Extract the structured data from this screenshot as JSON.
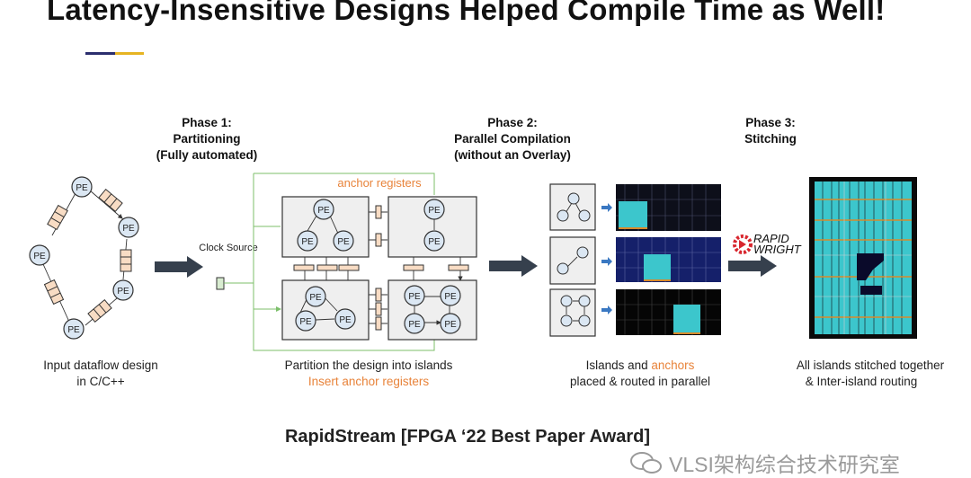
{
  "title": "Latency-Insensitive Designs Helped Compile Time as Well!",
  "colors": {
    "accent_navy": "#2b2e6e",
    "accent_yellow": "#e6b422",
    "anchor_orange": "#e8833a",
    "clock_green": "#7cbf6a"
  },
  "phase1": {
    "line1": "Phase 1:",
    "line2": "Partitioning",
    "line3": "(Fully automated)"
  },
  "phase2": {
    "line1": "Phase 2:",
    "line2": "Parallel Compilation",
    "line3": "(without an Overlay)"
  },
  "phase3": {
    "line1": "Phase 3:",
    "line2": "Stitching"
  },
  "pe_label": "PE",
  "clock_source": "Clock Source",
  "anchor_registers": "anchor registers",
  "rapidwright": {
    "line1": "RAPID",
    "line2": "WRIGHT"
  },
  "captions": {
    "input": {
      "line1": "Input dataflow design",
      "line2": "in C/C++"
    },
    "partition": {
      "line1": "Partition the design into islands",
      "line2": "Insert anchor registers"
    },
    "islands": {
      "line1a": "Islands and ",
      "line1b": "anchors",
      "line2": "placed & routed in parallel"
    },
    "stitched": {
      "line1": "All islands stitched together",
      "line2": "& Inter-island routing"
    }
  },
  "footer": "RapidStream [FPGA ‘22 Best Paper Award]",
  "watermark": "VLSI架构综合技术研究室"
}
